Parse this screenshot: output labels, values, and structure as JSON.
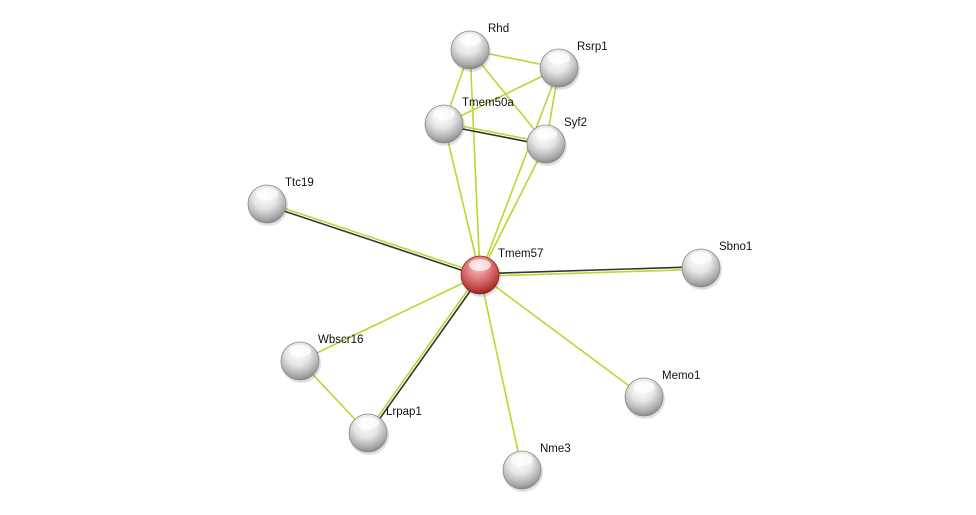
{
  "colors": {
    "edge_text": "#b8d832",
    "edge_dark": "#333333",
    "node": "#d8d8d8",
    "query_node": "#d65a5a"
  },
  "nodes": [
    {
      "id": "Rhd",
      "label": "Rhd",
      "query": false
    },
    {
      "id": "Rsrp1",
      "label": "Rsrp1",
      "query": false
    },
    {
      "id": "Tmem50a",
      "label": "Tmem50a",
      "query": false
    },
    {
      "id": "Syf2",
      "label": "Syf2",
      "query": false
    },
    {
      "id": "Ttc19",
      "label": "Ttc19",
      "query": false
    },
    {
      "id": "Tmem57",
      "label": "Tmem57",
      "query": true
    },
    {
      "id": "Sbno1",
      "label": "Sbno1",
      "query": false
    },
    {
      "id": "Wbscr16",
      "label": "Wbscr16",
      "query": false
    },
    {
      "id": "Memo1",
      "label": "Memo1",
      "query": false
    },
    {
      "id": "Lrpap1",
      "label": "Lrpap1",
      "query": false
    },
    {
      "id": "Nme3",
      "label": "Nme3",
      "query": false
    }
  ],
  "edges": [
    {
      "a": "Rhd",
      "b": "Rsrp1",
      "types": [
        "textmining"
      ]
    },
    {
      "a": "Rhd",
      "b": "Tmem50a",
      "types": [
        "textmining"
      ]
    },
    {
      "a": "Rhd",
      "b": "Syf2",
      "types": [
        "textmining"
      ]
    },
    {
      "a": "Rhd",
      "b": "Tmem57",
      "types": [
        "textmining"
      ]
    },
    {
      "a": "Rsrp1",
      "b": "Tmem50a",
      "types": [
        "textmining"
      ]
    },
    {
      "a": "Rsrp1",
      "b": "Syf2",
      "types": [
        "textmining"
      ]
    },
    {
      "a": "Rsrp1",
      "b": "Tmem57",
      "types": [
        "textmining"
      ]
    },
    {
      "a": "Tmem50a",
      "b": "Syf2",
      "types": [
        "textmining",
        "coexpression"
      ]
    },
    {
      "a": "Tmem50a",
      "b": "Tmem57",
      "types": [
        "textmining"
      ]
    },
    {
      "a": "Syf2",
      "b": "Tmem57",
      "types": [
        "textmining"
      ]
    },
    {
      "a": "Ttc19",
      "b": "Tmem57",
      "types": [
        "textmining",
        "coexpression"
      ]
    },
    {
      "a": "Sbno1",
      "b": "Tmem57",
      "types": [
        "textmining",
        "coexpression"
      ]
    },
    {
      "a": "Wbscr16",
      "b": "Tmem57",
      "types": [
        "textmining"
      ]
    },
    {
      "a": "Wbscr16",
      "b": "Lrpap1",
      "types": [
        "textmining"
      ]
    },
    {
      "a": "Lrpap1",
      "b": "Tmem57",
      "types": [
        "textmining",
        "coexpression"
      ]
    },
    {
      "a": "Memo1",
      "b": "Tmem57",
      "types": [
        "textmining"
      ]
    },
    {
      "a": "Nme3",
      "b": "Tmem57",
      "types": [
        "textmining"
      ]
    }
  ]
}
